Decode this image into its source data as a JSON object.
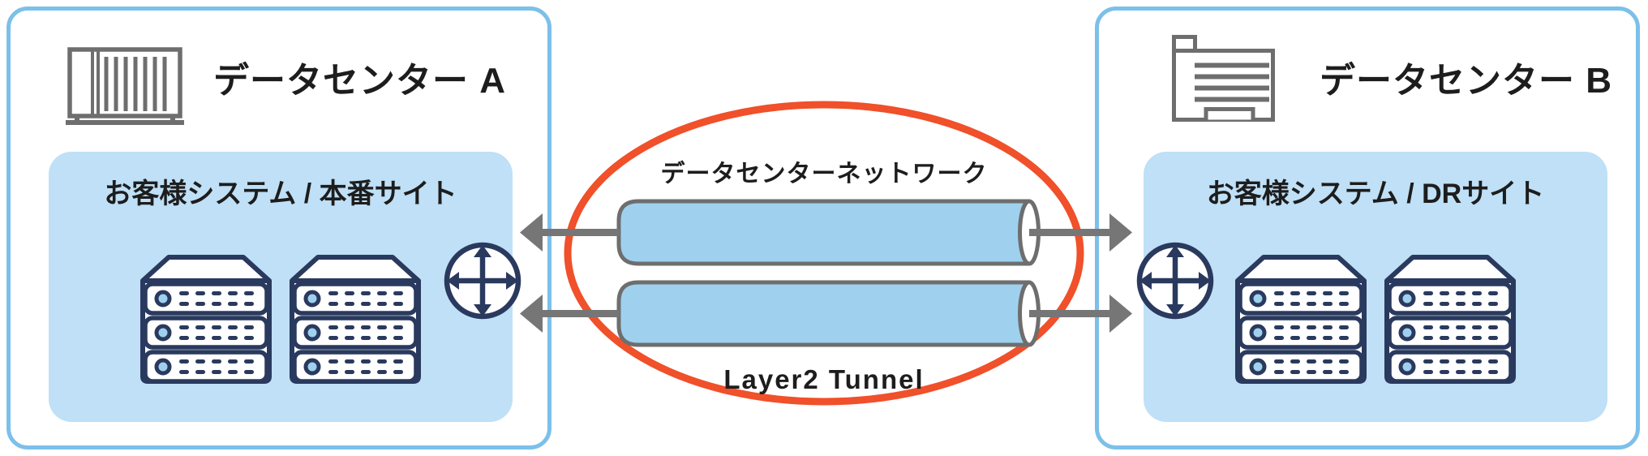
{
  "colors": {
    "accent_orange": "#f0502a",
    "navy": "#2a3a5e",
    "card_border": "#7cc0ea",
    "box_blue": "#bfe0f6",
    "tunnel_blue": "#9fd1ef",
    "icon_gray": "#6e6e6e",
    "arrow_gray": "#767676",
    "text_dark": "#1d1d1d"
  },
  "datacenter_a": {
    "title": "データセンター A",
    "icon": "server-rack-icon",
    "system_box": {
      "label": "お客様システム / 本番サイト",
      "server_count": 2
    },
    "router_icon": "router-icon"
  },
  "datacenter_b": {
    "title": "データセンター B",
    "icon": "office-building-icon",
    "system_box": {
      "label": "お客様システム / DRサイト",
      "server_count": 2
    },
    "router_icon": "router-icon"
  },
  "network": {
    "label": "データセンターネットワーク",
    "tunnel_label": "Layer2 Tunnel",
    "tunnel_count": 2,
    "direction_left": "toward データセンター A",
    "direction_right": "toward データセンター B"
  }
}
